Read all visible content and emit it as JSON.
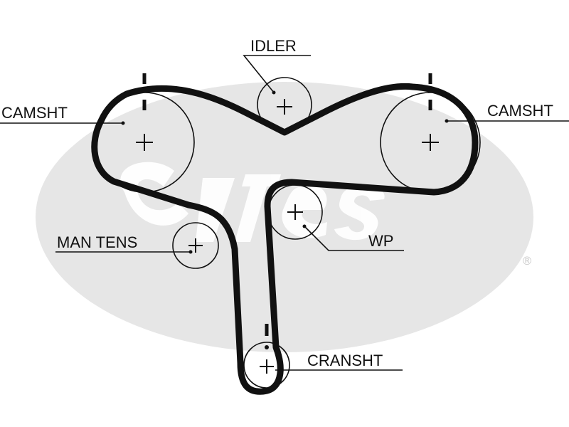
{
  "labels": {
    "idler": "IDLER",
    "camshaft_left": "CAMSHT",
    "camshaft_right": "CAMSHT",
    "manual_tensioner": "MAN TENS",
    "water_pump": "WP",
    "crankshaft": "CRANSHT"
  },
  "logo": {
    "text": "Gates",
    "registered_mark": "®",
    "color": "#e6e6e6"
  },
  "colors": {
    "line": "#111111",
    "background": "#ffffff"
  }
}
